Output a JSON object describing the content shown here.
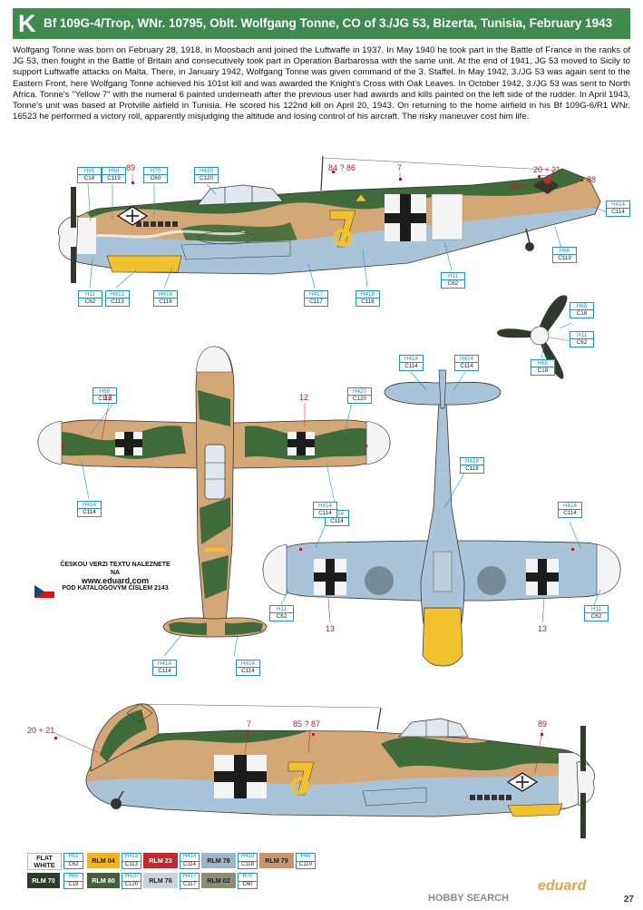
{
  "header": {
    "letter": "K",
    "title": "Bf 109G-4/Trop, WNr. 10795, Oblt. Wolfgang Tonne, CO of 3./JG 53, Bizerta, Tunisia, February 1943"
  },
  "biography": "Wolfgang Tonne was born on February 28, 1918, in Moosbach and joined the Luftwaffe in 1937. In May 1940 he took part in the Battle of France in the ranks of JG 53, then fought in the Battle of Britain and consecutively took part in Operation Barbarossa with the same unit. At the end of 1941, JG 53 moved to Sicily to support Luftwaffe attacks on Malta. There, in January 1942, Wolfgang Tonne was given command of the 3. Staffel. In May 1942, 3./JG 53 was again sent to the Eastern Front, here Wolfgang Tonne achieved his 101st kill and was awarded the Knight's Cross with Oak Leaves. In October 1942, 3./JG 53 was sent to North Africa. Tonne's \"Yellow 7\" with the numeral 6 painted underneath after the previous user had awards and kills painted on the left side of the rudder. In April 1943, Tonne's unit was based at Protville airfield in Tunisia. He scored his 122nd kill on April 20, 1943. On returning to the home airfield in his Bf 109G-6/R1 WNr. 16523 he performed a victory roll, apparently misjudging the altitude and losing control of his aircraft. The risky maneuver cost him life.",
  "colors": {
    "header_green": "#3f8a4f",
    "sand": "#d4a876",
    "green": "#3f6b3a",
    "light_blue": "#a9c4d9",
    "yellow": "#f2c12e",
    "black": "#1c1c1c",
    "white": "#f4f4f4",
    "callout_blue": "#1c93c9",
    "stencil_red": "#b3202a"
  },
  "callouts": {
    "side_top": [
      {
        "h": "H65",
        "c": "C18"
      },
      {
        "h": "H66",
        "c": "C119"
      },
      {
        "h": "H70",
        "c": "C60"
      },
      {
        "h": "H420",
        "c": "C120"
      },
      {
        "h": "H414",
        "c": "C114"
      },
      {
        "h": "H66",
        "c": "C119"
      },
      {
        "h": "H11",
        "c": "C62"
      },
      {
        "h": "H11",
        "c": "C62"
      },
      {
        "h": "H413",
        "c": "C113"
      },
      {
        "h": "H418",
        "c": "C118"
      },
      {
        "h": "H417",
        "c": "C117"
      },
      {
        "h": "H418",
        "c": "C118"
      }
    ],
    "prop": [
      {
        "h": "H65",
        "c": "C18"
      },
      {
        "h": "H11",
        "c": "C62"
      },
      {
        "h": "H65",
        "c": "C18"
      }
    ],
    "upper": [
      {
        "h": "H66",
        "c": "C119"
      },
      {
        "h": "H420",
        "c": "C120"
      },
      {
        "h": "H414",
        "c": "C114"
      },
      {
        "h": "H414",
        "c": "C114"
      },
      {
        "h": "H414",
        "c": "C114"
      },
      {
        "h": "H414",
        "c": "C114"
      }
    ],
    "lower": [
      {
        "h": "H414",
        "c": "C114"
      },
      {
        "h": "H414",
        "c": "C114"
      },
      {
        "h": "H418",
        "c": "C118"
      },
      {
        "h": "H414",
        "c": "C114"
      },
      {
        "h": "H414",
        "c": "C114"
      },
      {
        "h": "H11",
        "c": "C62"
      },
      {
        "h": "H11",
        "c": "C62"
      }
    ]
  },
  "stencils": {
    "side_top": [
      "89",
      "84 ? 86",
      "7",
      "20 + 21",
      "88",
      "90"
    ],
    "upper": [
      "12",
      "12"
    ],
    "lower": [
      "13",
      "13"
    ],
    "side_bottom": [
      "20 + 21",
      "7",
      "85 ? 87",
      "89"
    ]
  },
  "czech_note": {
    "line1": "ČESKOU VERZI TEXTU NALEZNETE NA",
    "url": "www.eduard.com",
    "line2": "POD KATALOGOVÝM ČÍSLEM 2143"
  },
  "legend": [
    {
      "name": "FLAT WHITE",
      "h": "H11",
      "c": "C62",
      "bg": "#f6f6f6",
      "fg": "#222"
    },
    {
      "name": "RLM 04",
      "h": "H413",
      "c": "C113",
      "bg": "#f2b21b",
      "fg": "#222"
    },
    {
      "name": "RLM 23",
      "h": "H414",
      "c": "C114",
      "bg": "#c7262e",
      "fg": "#ffffff"
    },
    {
      "name": "RLM 78",
      "h": "H418",
      "c": "C118",
      "bg": "#9bb6c8",
      "fg": "#222"
    },
    {
      "name": "RLM 79",
      "h": "H66",
      "c": "C119",
      "bg": "#c9966a",
      "fg": "#222"
    },
    {
      "name": "RLM 70",
      "h": "H65",
      "c": "C18",
      "bg": "#2f3a2c",
      "fg": "#ffffff"
    },
    {
      "name": "RLM 80",
      "h": "H420",
      "c": "C120",
      "bg": "#44603a",
      "fg": "#ffffff"
    },
    {
      "name": "RLM 76",
      "h": "H417",
      "c": "C117",
      "bg": "#c9d3da",
      "fg": "#222"
    },
    {
      "name": "RLM 02",
      "h": "H70",
      "c": "C60",
      "bg": "#8e8c72",
      "fg": "#222"
    }
  ],
  "footer": {
    "page_number": "27",
    "brand": "eduard",
    "watermark": "HOBBY SEARCH"
  }
}
